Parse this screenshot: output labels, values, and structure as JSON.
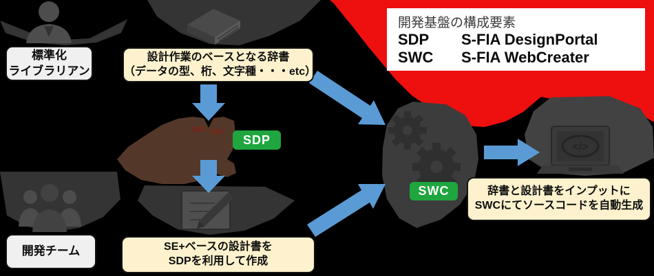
{
  "legend": {
    "heading": "開発基盤の構成要素",
    "rows": [
      {
        "abbr": "SDP",
        "name": "S-FIA DesignPortal"
      },
      {
        "abbr": "SWC",
        "name": "S-FIA WebCreater"
      }
    ]
  },
  "actors": {
    "librarian_label": "標準化\nライブラリアン",
    "dev_team_label": "開発チーム"
  },
  "notes": {
    "dictionary_note": "設計作業のベースとなる辞書\n（データの型、桁、文字種・・・etc）",
    "design_note": "SE+ベースの設計書を\nSDPを利用して作成",
    "output_note": "辞書と設計書をインプットに\nSWCにてソースコードを自動生成"
  },
  "badges": {
    "sdp": "SDP",
    "swc": "SWC"
  },
  "icons": {
    "laptop_code": "</>",
    "librarian": "person-icon",
    "book": "dictionary-book-icon",
    "dev_team": "people-group-icon",
    "document": "document-pencil-icon",
    "gears": "gears-icon",
    "laptop": "laptop-icon"
  },
  "colors": {
    "background": "#000000",
    "arrow_blue": "#5b9bd5",
    "callout_red": "#ee0f0f",
    "badge_green": "#1fa63e",
    "note_beige": "#fdf2cd",
    "label_gray": "#f0f0f0",
    "sdp_shape_brown": "#53382a"
  }
}
